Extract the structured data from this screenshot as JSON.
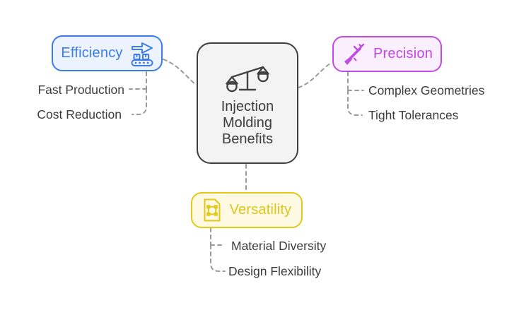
{
  "diagram": {
    "center": {
      "lines": [
        "Injection",
        "Molding",
        "Benefits"
      ],
      "icon": "balance-scale-icon",
      "border_color": "#3f3f3f",
      "fill_color": "#f3f3f3",
      "text_color": "#3d3d3d"
    },
    "branches": [
      {
        "label": "Efficiency",
        "icon": "conveyor-belt-arrow-icon",
        "accent": "#3d7ce8",
        "fill": "#ecf3fe",
        "items": [
          "Fast Production",
          "Cost Reduction"
        ]
      },
      {
        "label": "Precision",
        "icon": "rifle-icon",
        "accent": "#c24be4",
        "fill": "#faeffd",
        "items": [
          "Complex Geometries",
          "Tight Tolerances"
        ]
      },
      {
        "label": "Versatility",
        "icon": "vector-shape-file-icon",
        "accent": "#e2c81a",
        "fill": "#fdf9e3",
        "items": [
          "Material Diversity",
          "Design Flexibility"
        ]
      }
    ],
    "connector": {
      "color": "#9a9a9a",
      "style": "dashed"
    }
  }
}
